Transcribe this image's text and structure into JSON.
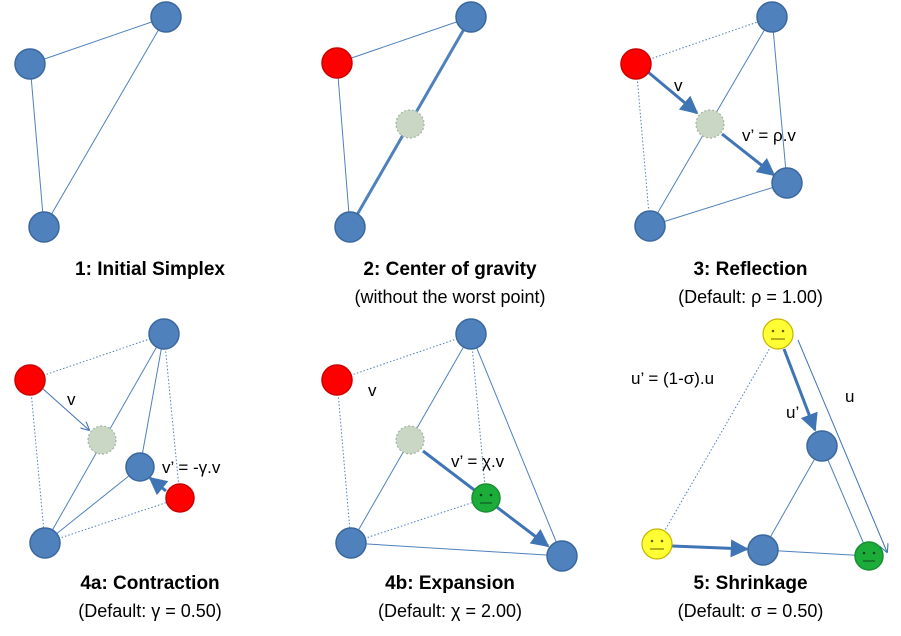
{
  "panels": [
    {
      "title": "1:  Initial Simplex",
      "subtitle": ""
    },
    {
      "title": "2: Center of gravity",
      "subtitle": "(without the worst point)"
    },
    {
      "title": "3: Reflection",
      "subtitle": "(Default: ρ = 1.00)"
    },
    {
      "title": "4a: Contraction",
      "subtitle": "(Default: γ = 0.50)"
    },
    {
      "title": "4b: Expansion",
      "subtitle": "(Default: χ = 2.00)"
    },
    {
      "title": "5: Shrinkage",
      "subtitle": "(Default: σ = 0.50)"
    }
  ],
  "labels": {
    "reflection_v": "v",
    "reflection_v_prime": "v’ = ρ.v",
    "contraction_v": "v",
    "contraction_v_prime": "v’ = -γ.v",
    "expansion_v": "v",
    "expansion_v_prime": "v’ = χ.v",
    "shrink_u_prime_formula": "u’ = (1-σ).u",
    "shrink_u_prime": "u’",
    "shrink_u": "u"
  },
  "colors": {
    "vertex_blue": "#4f81bd",
    "worst_red": "#ff0000",
    "centroid_grey": "#c9d7c4",
    "new_green": "#1cac3a",
    "shrunk_yellow": "#ffff33",
    "edge": "#4f81bd",
    "arrow": "#3f74b5"
  }
}
